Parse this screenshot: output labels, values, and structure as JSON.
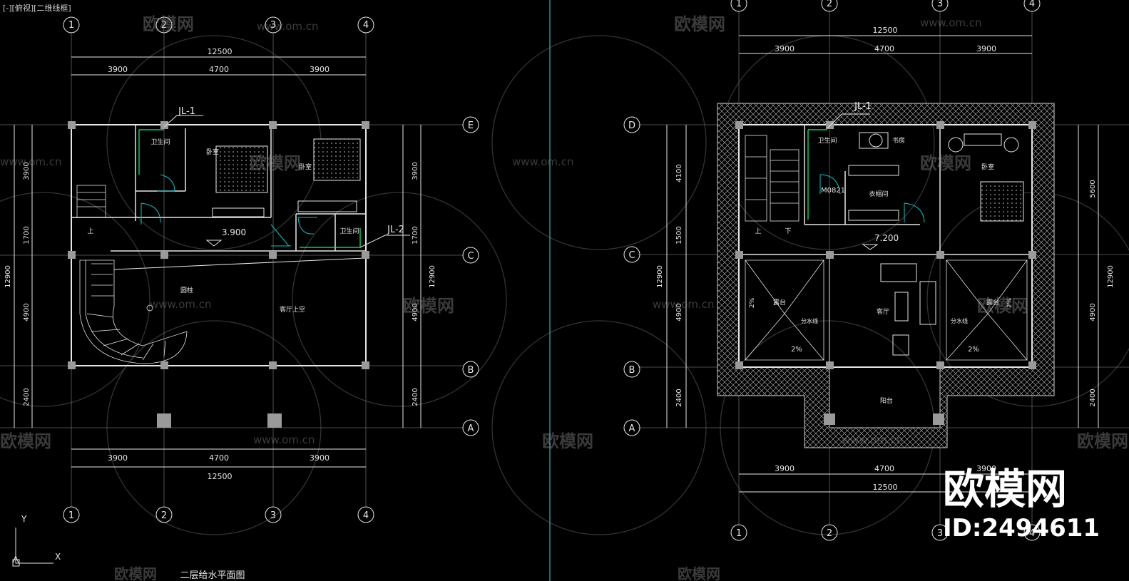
{
  "viewport": {
    "label": "[-][俯视][二维线框]"
  },
  "watermark": {
    "site": "www.om.cn",
    "brand": "欧模网",
    "id_text": "ID:2494611"
  },
  "axes": {
    "numbers": [
      "1",
      "2",
      "3",
      "4"
    ],
    "letters": [
      "A",
      "B",
      "C",
      "D",
      "E"
    ]
  },
  "plan_left": {
    "total_width": "12500",
    "bays": [
      "3900",
      "4700",
      "3900"
    ],
    "dims_left": [
      "3900",
      "1700",
      "4900",
      "2400"
    ],
    "total_depth": "12900",
    "level": "3.900",
    "labels": {
      "jl1": "JL-1",
      "jl2": "JL-2",
      "bath1": "卫生间",
      "bath2": "卫生间",
      "bed1": "卧室",
      "bed2": "卧室",
      "up": "上",
      "column": "圆柱",
      "void": "客厅上空"
    },
    "title": "二层给水平面图"
  },
  "plan_right": {
    "total_width": "12500",
    "bays": [
      "3900",
      "4700",
      "3900"
    ],
    "dims_left": [
      "4100",
      "1500",
      "4900",
      "2400"
    ],
    "dims_right": [
      "5600",
      "4900",
      "2400"
    ],
    "total_depth": "12900",
    "level": "7.200",
    "labels": {
      "jl1": "JL-1",
      "bath": "卫生间",
      "study": "书房",
      "bedroom": "卧室",
      "closet": "衣帽间",
      "door": "M0821",
      "up": "上",
      "down": "下",
      "terrace1": "露台",
      "terrace2": "露台",
      "living": "客厅",
      "balcony": "阳台",
      "ridge1": "分水线",
      "ridge2": "分水线",
      "slope1": "2%",
      "slope2": "2%",
      "slope3": "2%",
      "slope4": "2%"
    }
  },
  "colors": {
    "line": "#e6e6e6",
    "pipe": "#00c8c8",
    "water": "#00ff66",
    "divider": "#3ba9c4",
    "column": "#9a9a9a"
  }
}
